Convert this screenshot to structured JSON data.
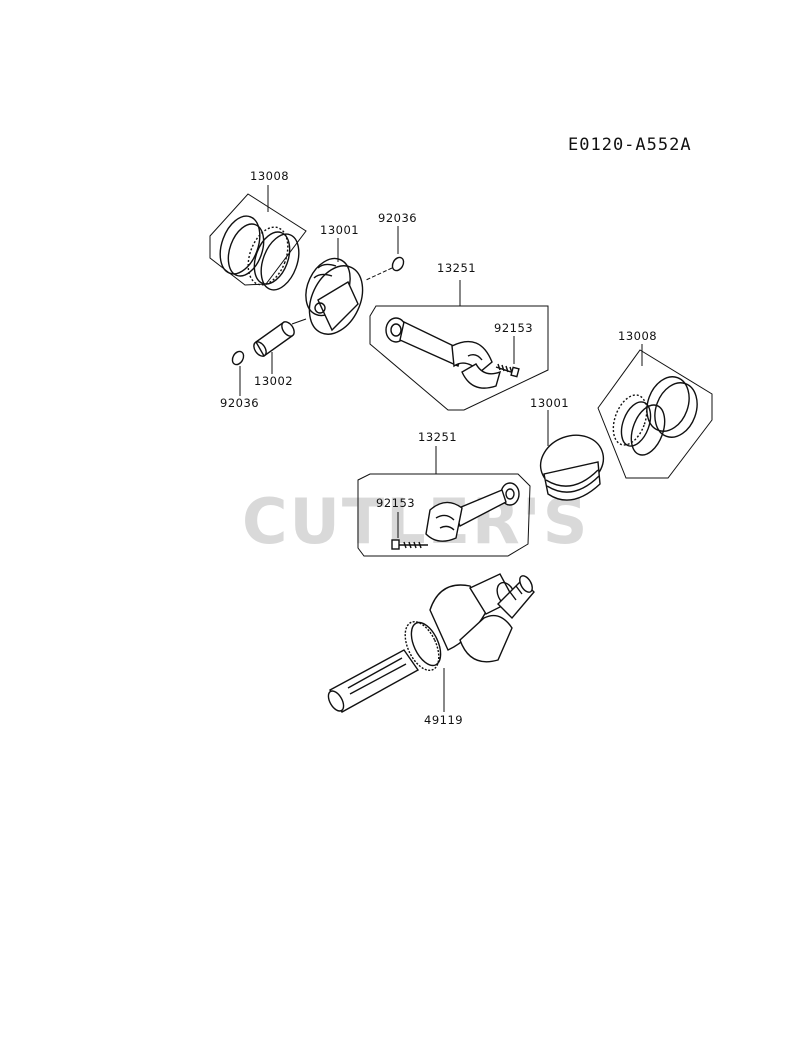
{
  "diagram_code": "E0120-A552A",
  "watermark": "CUTLER'S",
  "colors": {
    "line": "#111111",
    "watermark": "#d9d9d9",
    "background": "#ffffff"
  },
  "part_labels": {
    "rings_top": "13008",
    "piston_top": "13001",
    "circlip_top_right": "92036",
    "conrod_top": "13251",
    "bolt_top": "92153",
    "pin": "13002",
    "circlip_left": "92036",
    "rings_right": "13008",
    "piston_right": "13001",
    "conrod_bottom": "13251",
    "bolt_bottom": "92153",
    "crankshaft": "49119"
  }
}
